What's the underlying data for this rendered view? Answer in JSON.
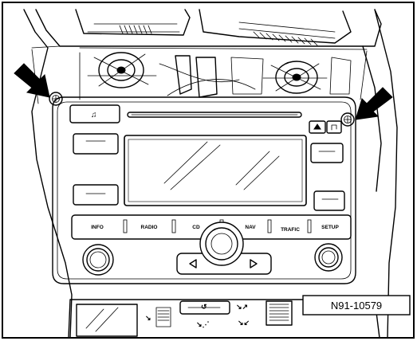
{
  "figure_id": "N91-10579",
  "radio_buttons": [
    "INFO",
    "RADIO",
    "CD",
    "NAV",
    "TRAFIC",
    "SETUP"
  ],
  "icons": {
    "music": "music-note-icon",
    "eject": "eject-icon",
    "left_arrow": "left-arrow-icon",
    "right_arrow": "right-arrow-icon",
    "screw_arrow_left": "pointer-arrow-icon",
    "screw_arrow_right": "pointer-arrow-icon"
  }
}
